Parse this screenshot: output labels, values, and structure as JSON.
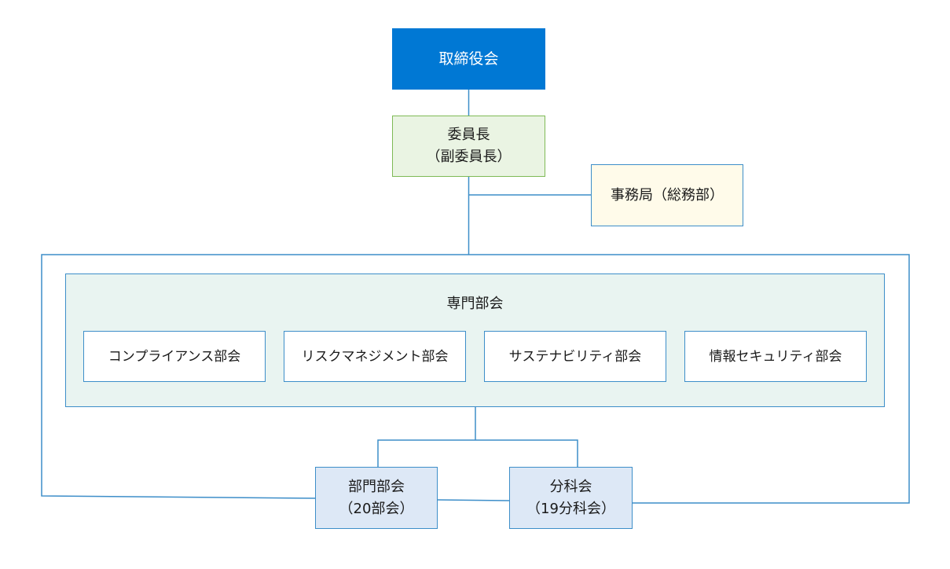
{
  "board": {
    "label": "取締役会"
  },
  "chair": {
    "line1": "委員長",
    "line2": "（副委員長）"
  },
  "secretariat": {
    "label": "事務局（総務部）"
  },
  "specialist_committees": {
    "title": "専門部会",
    "items": [
      {
        "label": "コンプライアンス部会"
      },
      {
        "label": "リスクマネジメント部会"
      },
      {
        "label": "サステナビリティ部会"
      },
      {
        "label": "情報セキュリティ部会"
      }
    ]
  },
  "department_committees": {
    "line1": "部門部会",
    "line2": "（20部会）"
  },
  "subcommittees": {
    "line1": "分科会",
    "line2": "（19分科会）"
  },
  "colors": {
    "board_fill": "#0078d4",
    "chair_fill": "#eaf4e3",
    "chair_border": "#7fba56",
    "secretariat_fill": "#fffbea",
    "specialist_fill": "#e9f4f1",
    "bottom_fill": "#dde8f6",
    "line": "#3d8ec9"
  }
}
